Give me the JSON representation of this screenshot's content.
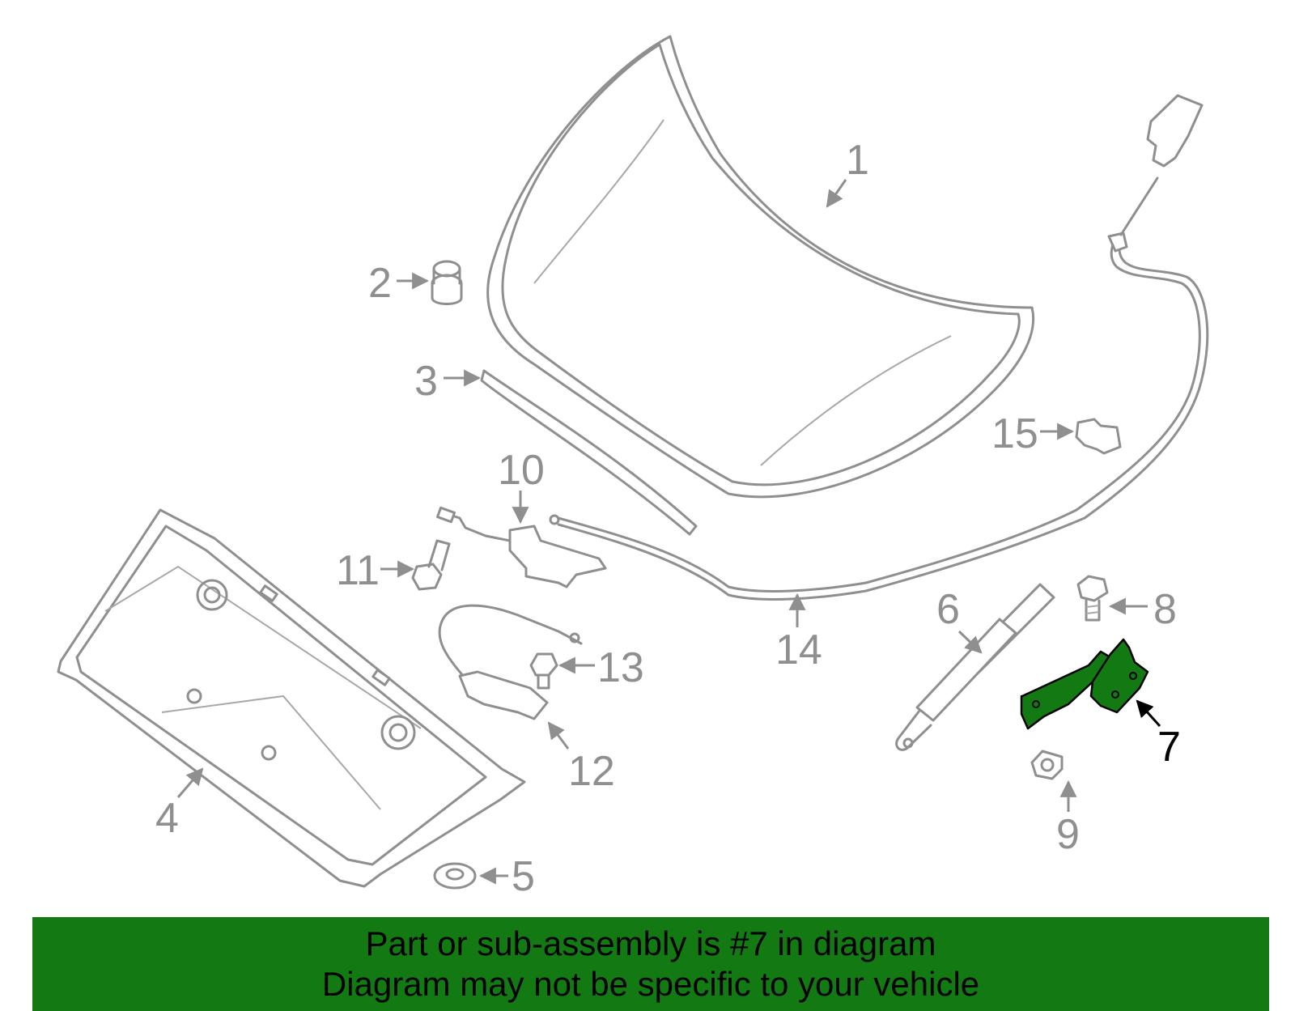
{
  "callouts": [
    "1",
    "2",
    "3",
    "4",
    "5",
    "6",
    "7",
    "8",
    "9",
    "10",
    "11",
    "12",
    "13",
    "14",
    "15"
  ],
  "highlighted_part": "7",
  "colors": {
    "highlight": "#137a13",
    "line": "#8f8f8f",
    "banner": "#137a13"
  },
  "banner": {
    "line1": "Part or sub-assembly is #7 in diagram",
    "line2": "Diagram may not be specific to your vehicle"
  }
}
